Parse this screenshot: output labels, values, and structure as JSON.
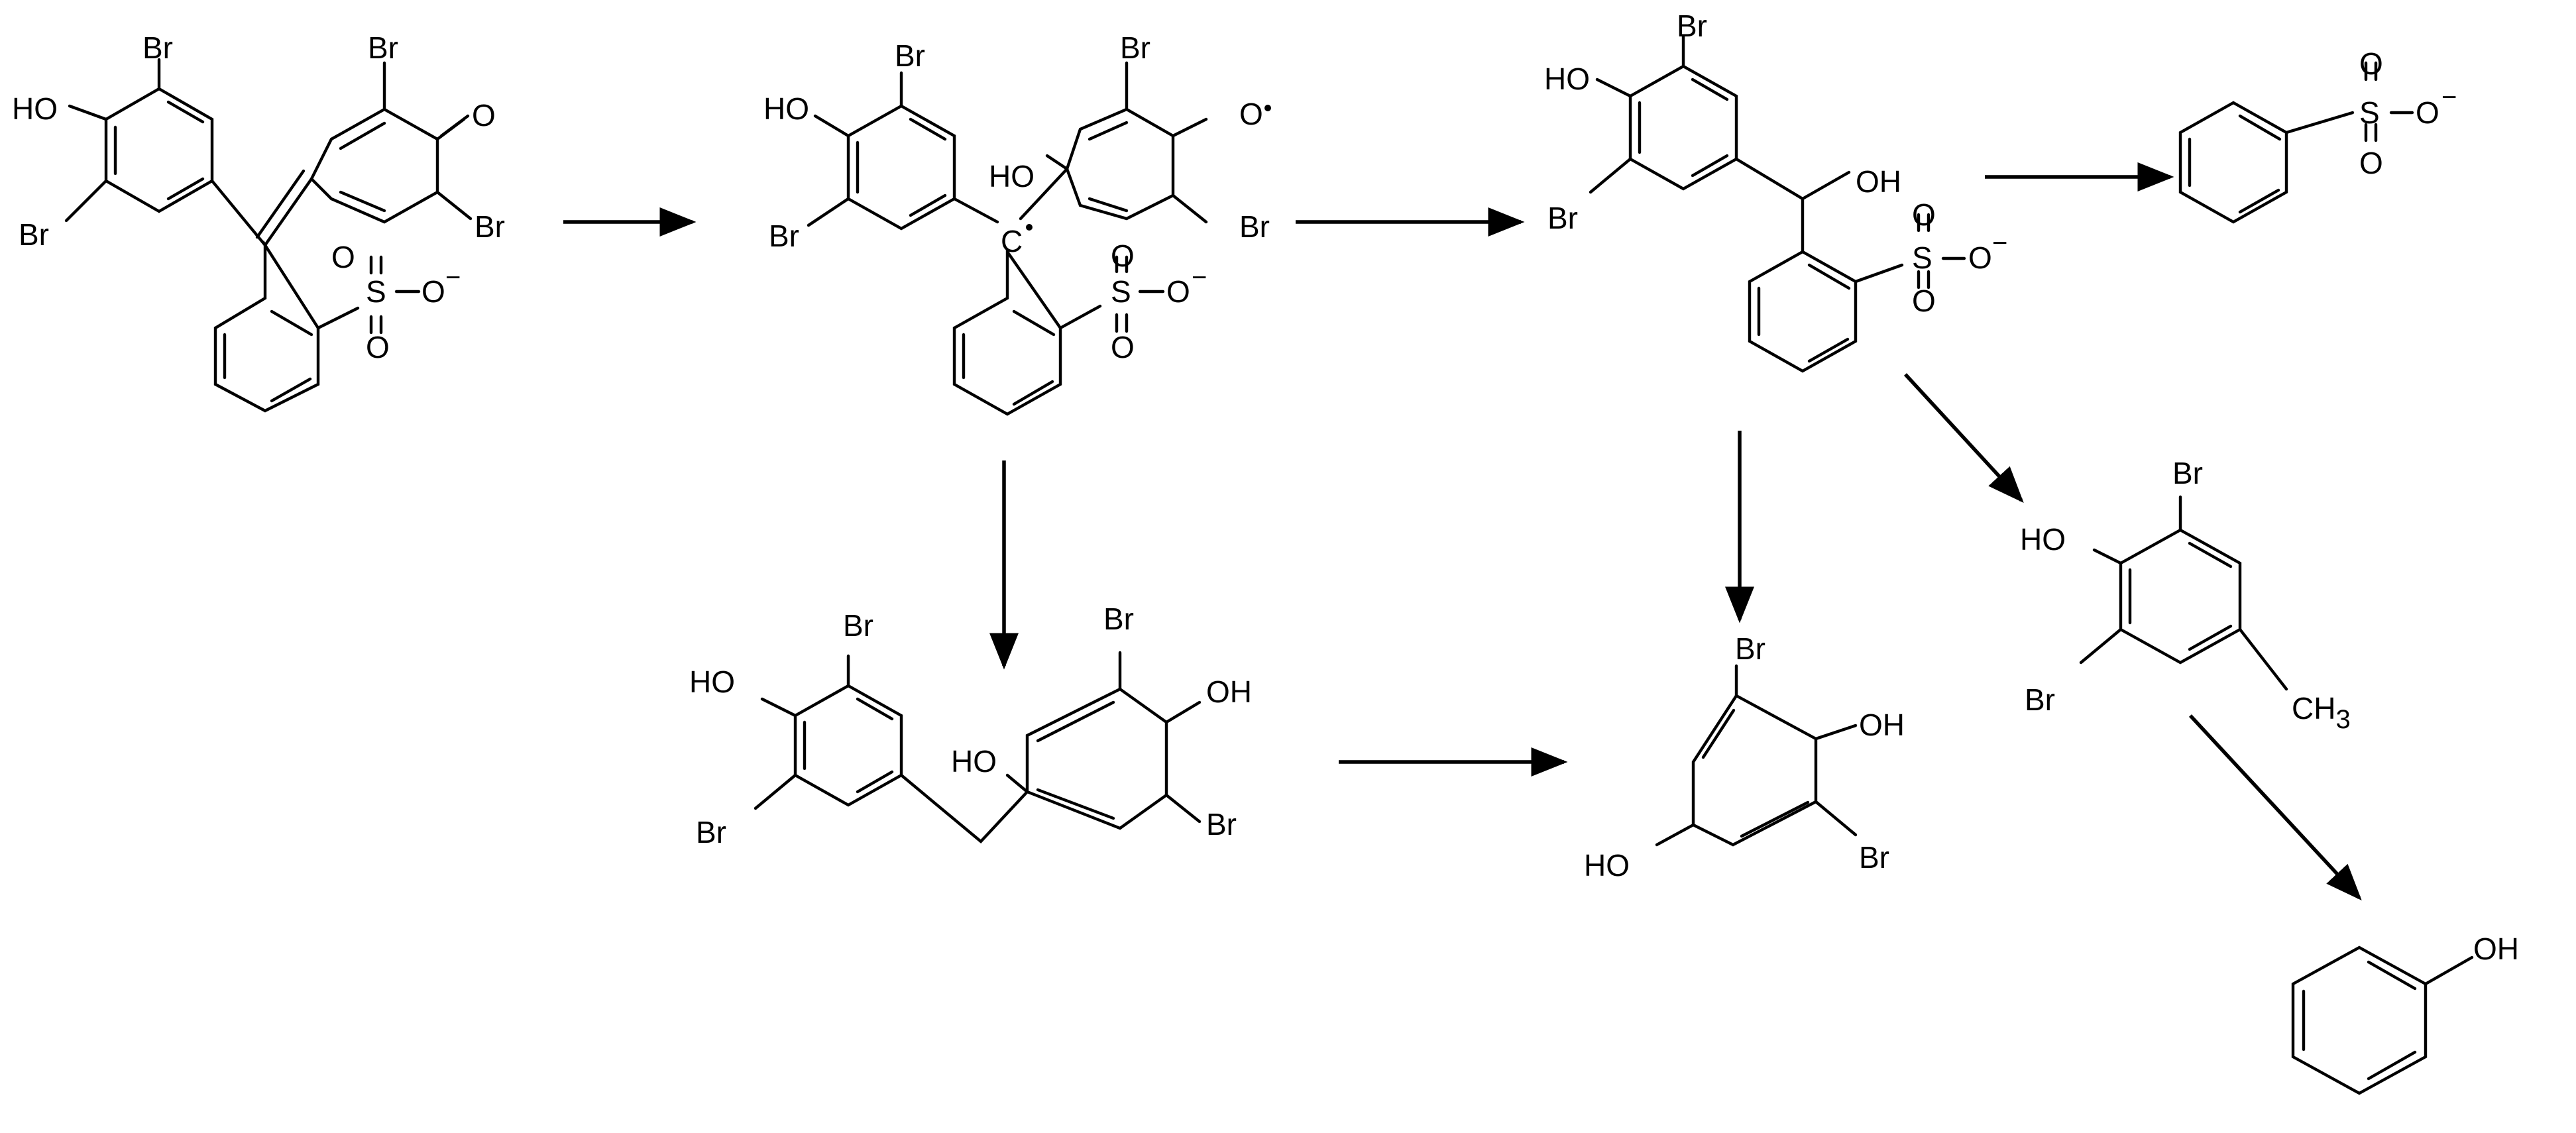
{
  "labels": {
    "br": "Br",
    "ho": "HO",
    "oh": "OH",
    "o": "O",
    "s": "S",
    "minus": "−",
    "c": "C",
    "ch": "CH",
    "three": "3"
  },
  "molecules": [
    {
      "id": "bromophenol-blue",
      "stage": 1
    },
    {
      "id": "radical-intermediate",
      "stage": 2
    },
    {
      "id": "carbinol-intermediate",
      "stage": 3
    },
    {
      "id": "benzenesulfonate",
      "stage": 4
    },
    {
      "id": "methylene-intermediate",
      "stage": 3
    },
    {
      "id": "dibromo-cyclohexadiene-diol",
      "stage": 4
    },
    {
      "id": "dibromo-cresol",
      "stage": 4
    },
    {
      "id": "phenol",
      "stage": 5
    }
  ],
  "colors": {
    "ink": "#000000",
    "background": "#ffffff"
  }
}
